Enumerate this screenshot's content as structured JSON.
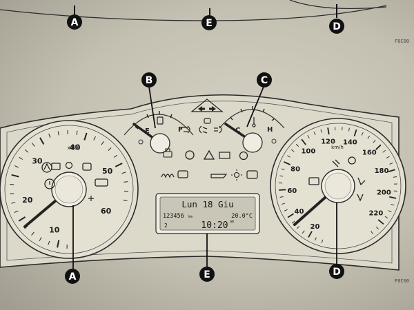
{
  "callouts": [
    {
      "id": "top-a",
      "letter": "A"
    },
    {
      "id": "top-e",
      "letter": "E"
    },
    {
      "id": "top-d",
      "letter": "D"
    },
    {
      "id": "fuel",
      "letter": "B"
    },
    {
      "id": "temp",
      "letter": "C"
    },
    {
      "id": "tach",
      "letter": "A"
    },
    {
      "id": "display",
      "letter": "E"
    },
    {
      "id": "speedo",
      "letter": "D"
    }
  ],
  "reference_codes": {
    "top": "F0C00",
    "bottom": "F0C00"
  },
  "tachometer": {
    "multiplier_label": "x100",
    "scale": [
      "10",
      "20",
      "30",
      "40",
      "50",
      "60"
    ],
    "needle_value": 0
  },
  "speedometer": {
    "unit": "km/h",
    "scale": [
      "20",
      "40",
      "60",
      "80",
      "100",
      "120",
      "140",
      "160",
      "180",
      "200",
      "220"
    ],
    "needle_value": 0
  },
  "fuel_gauge": {
    "empty_label": "E",
    "full_label": "F"
  },
  "temp_gauge": {
    "cold_label": "C",
    "hot_label": "H"
  },
  "display": {
    "line1": "Lun 18 Giu",
    "odometer": "123456",
    "odometer_unit": "km",
    "outside_temp": "20.0°C",
    "trip_value": "2",
    "time": "10:20",
    "time_suffix": "am"
  },
  "warning_icons": [
    "turn-signal-left-icon",
    "turn-signal-right-icon",
    "fuel-pump-icon",
    "coolant-temp-icon",
    "fog-light-icon",
    "low-beam-icon",
    "rear-fog-light-icon",
    "immobilizer-icon",
    "steering-wheel-icon",
    "hazard-warning-icon",
    "battery-icon",
    "power-steering-icon",
    "glow-plug-icon",
    "water-in-fuel-icon",
    "oil-pressure-icon",
    "brightness-icon",
    "dpf-icon",
    "abs-icon",
    "brake-icon",
    "engine-check-icon",
    "tire-pressure-icon",
    "airbag-icon",
    "stability-control-icon",
    "seatbelt-icon",
    "door-open-icon"
  ]
}
